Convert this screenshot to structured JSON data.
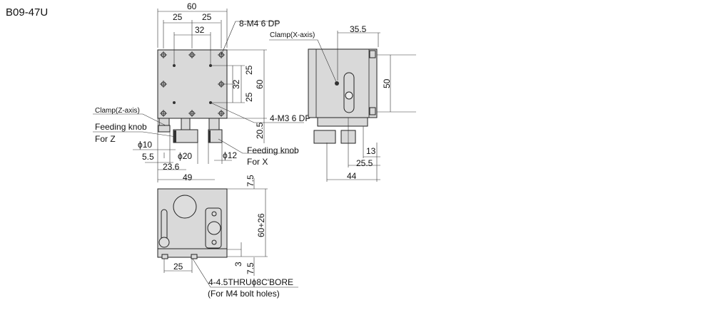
{
  "title": "B09-47U",
  "top_view": {
    "dims": {
      "width": "60",
      "pitch_left": "25",
      "pitch_right": "25",
      "inner": "32",
      "height": "60",
      "v_upper": "25",
      "v_inner": "32",
      "v_lower": "25",
      "knob_offset": "20.5",
      "d10": "ϕ10",
      "d20": "ϕ20",
      "d12": "ϕ12",
      "d5_5": "5.5",
      "d23_6": "23.6",
      "d49": "49"
    },
    "callouts": {
      "m4": "8-M4 6 DP",
      "m3": "4-M3 6 DP",
      "clamp_z": "Clamp(Z-axis)",
      "feed_z_1": "Feeding knob",
      "feed_z_2": "For Z",
      "feed_x_1": "Feeding knob",
      "feed_x_2": "For X"
    }
  },
  "side_view": {
    "dims": {
      "d35_5": "35.5",
      "d50": "50",
      "d13": "13",
      "d25_5": "25.5",
      "d44": "44"
    },
    "callouts": {
      "clamp_x": "Clamp(X-axis)"
    }
  },
  "bottom_view": {
    "dims": {
      "d7_5_top": "7.5",
      "height": "60+26",
      "d3": "3",
      "d7_5_bottom": "7.5",
      "d25": "25"
    },
    "callouts": {
      "holes_1": "4-4.5THRUϕ8C'BORE",
      "holes_2": "(For M4 bolt holes)"
    }
  }
}
